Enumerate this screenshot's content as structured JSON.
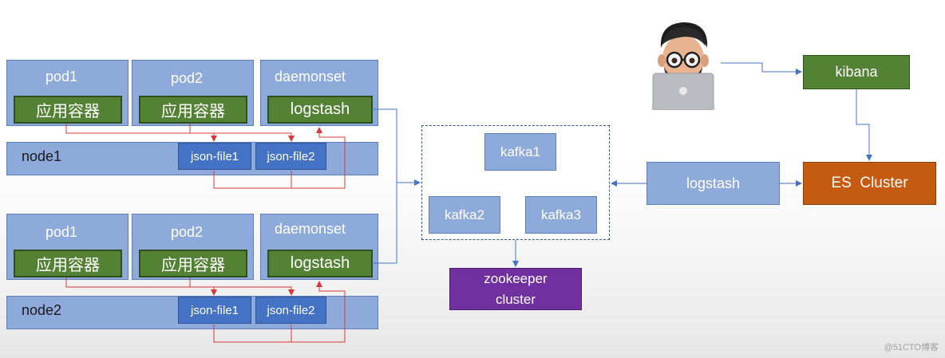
{
  "node1": {
    "label": "node1",
    "pod1": {
      "label": "pod1",
      "container": "应用容器"
    },
    "pod2": {
      "label": "pod2",
      "container": "应用容器"
    },
    "daemonset": {
      "label": "daemonset",
      "agent": "logstash"
    },
    "file1": "json-file1",
    "file2": "json-file2"
  },
  "node2": {
    "label": "node2",
    "pod1": {
      "label": "pod1",
      "container": "应用容器"
    },
    "pod2": {
      "label": "pod2",
      "container": "应用容器"
    },
    "daemonset": {
      "label": "daemonset",
      "agent": "logstash"
    },
    "file1": "json-file1",
    "file2": "json-file2"
  },
  "kafka": {
    "k1": "kafka1",
    "k2": "kafka2",
    "k3": "kafka3"
  },
  "zookeeper": {
    "line1": "zookeeper",
    "line2": "cluster"
  },
  "logstash": "logstash",
  "es": "ES  Cluster",
  "kibana": "kibana",
  "watermark": "@51CTO博客",
  "colors": {
    "light_blue": "#8eaadb",
    "green": "#548235",
    "blue": "#4472c4",
    "orange": "#c55a11",
    "purple": "#7030a0",
    "red_line": "#d9383a",
    "blue_line": "#4472c4"
  }
}
